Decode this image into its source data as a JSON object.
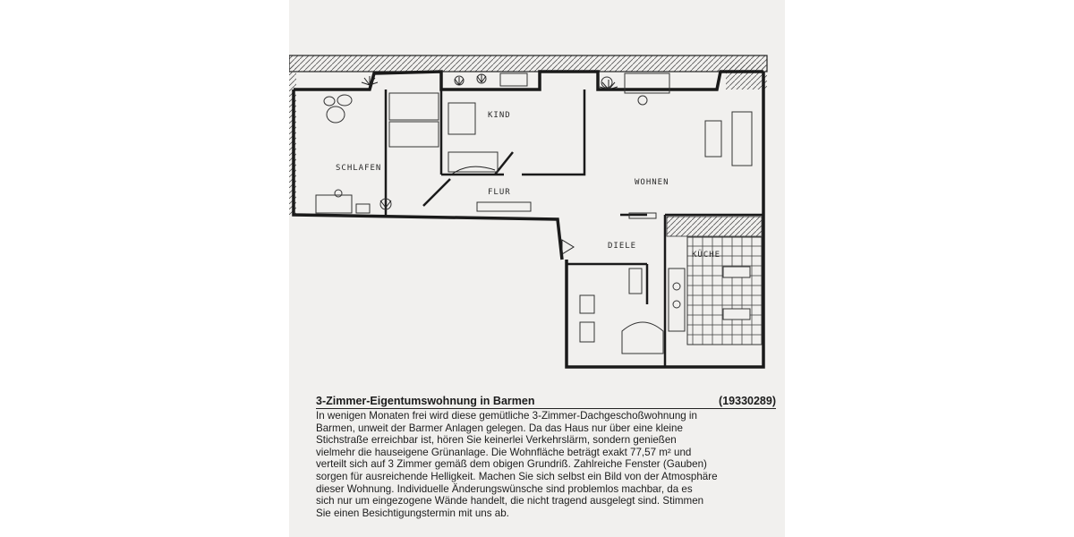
{
  "rooms": {
    "schlafen": "SCHLAFEN",
    "kind": "KIND",
    "flur": "FLUR",
    "wohnen": "WOHNEN",
    "diele": "DIELE",
    "kueche": "KÜCHE"
  },
  "listing": {
    "title": "3-Zimmer-Eigentumswohnung in Barmen",
    "reference": "(19330289)",
    "body_lines": [
      "In wenigen Monaten frei wird diese gemütliche 3-Zimmer-Dachgeschoßwohnung in",
      "Barmen, unweit der Barmer Anlagen gelegen. Da das Haus nur über eine kleine",
      "Stichstraße erreichbar ist, hören Sie keinerlei Verkehrslärm, sondern genießen",
      "vielmehr die hauseigene Grünanlage. Die Wohnfläche beträgt exakt 77,57 m² und",
      "verteilt sich auf 3 Zimmer gemäß dem obigen Grundriß. Zahlreiche Fenster (Gauben)",
      "sorgen für ausreichende Helligkeit. Machen Sie sich selbst ein Bild von der Atmosphäre",
      "dieser Wohnung. Individuelle Änderungswünsche sind problemlos machbar, da es",
      "sich nur um eingezogene Wände handelt, die nicht tragend ausgelegt sind. Stimmen",
      "Sie einen Besichtigungstermin mit uns ab."
    ]
  },
  "colors": {
    "paper": "#f1f0ee",
    "ink": "#2a2a2a"
  }
}
